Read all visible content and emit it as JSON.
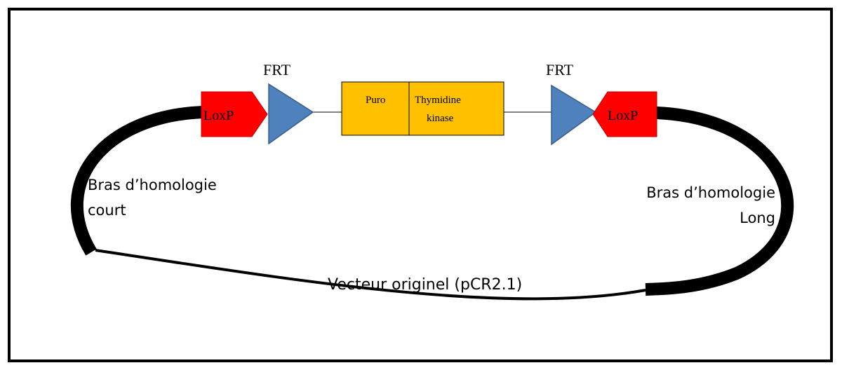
{
  "labels": {
    "frt_left": "FRT",
    "frt_right": "FRT",
    "loxp_left": "LoxP",
    "loxp_right": "LoxP",
    "puro": "Puro",
    "tk_line1": "Thymidine",
    "tk_line2": "kinase",
    "short_arm_line1": "Bras d’homologie",
    "short_arm_line2": "court",
    "long_arm_line1": "Bras d’homologie",
    "long_arm_line2": "Long",
    "vector": "Vecteur originel (pCR2.1)"
  },
  "colors": {
    "loxp": "#ff0000",
    "frt": "#4f81bd",
    "cassette": "#ffc000",
    "arm": "#000000",
    "backbone": "#000000"
  }
}
